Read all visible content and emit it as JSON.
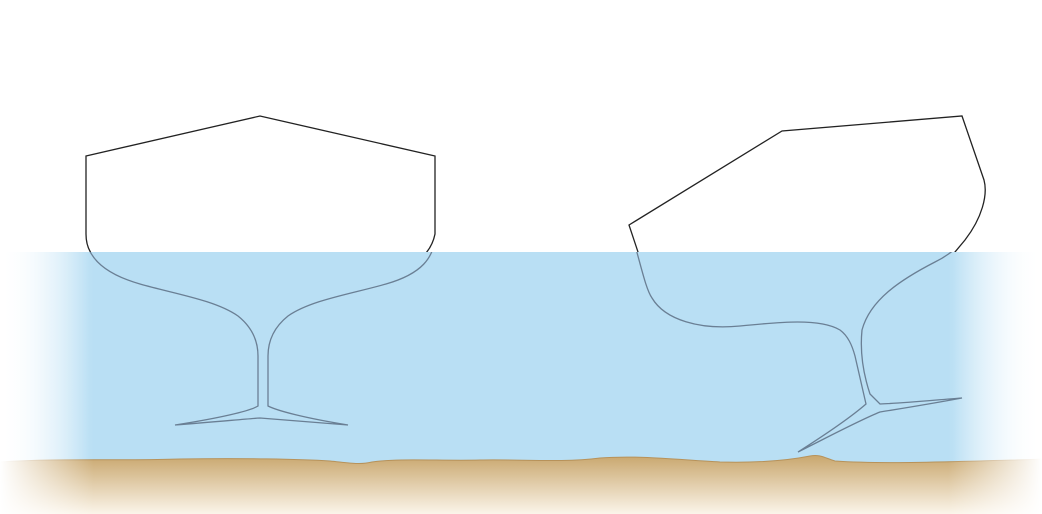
{
  "diagram": {
    "labels": [],
    "colors": {
      "background": "#ffffff",
      "water": "#b9dff4",
      "water_edge": "#dff1fb",
      "seabed_top": "#c9a76e",
      "seabed_bottom": "#f7eee0",
      "hull_fill": "#ffffff",
      "hull_line": "#222222",
      "hull_line_underwater": "#6a7f94"
    },
    "objects": [
      {
        "name": "upright-sailboat-hull",
        "state": "upright"
      },
      {
        "name": "heeled-sailboat-hull",
        "state": "heeled"
      }
    ]
  }
}
